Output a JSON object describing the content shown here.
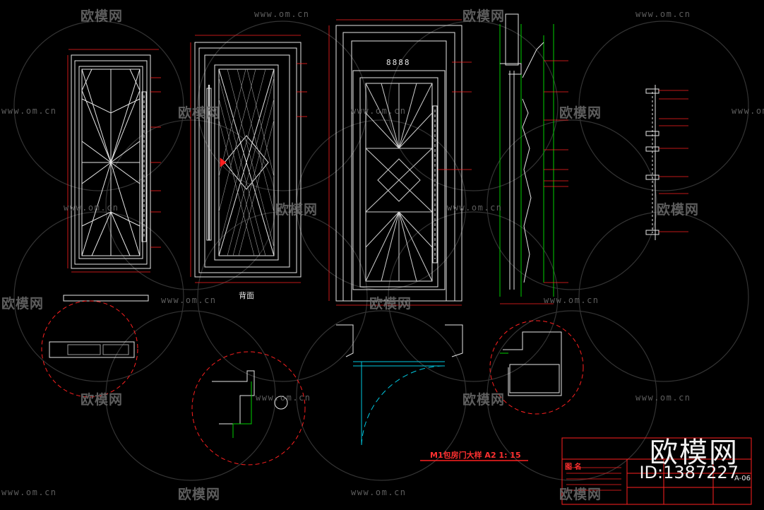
{
  "watermark": {
    "brand": "欧模网",
    "url": "www.om.cn",
    "brand_large": "欧模网",
    "id_text": "ID:1387227"
  },
  "drawing": {
    "title": "M1包房门大样  A2 1: 15",
    "back_view_label": "背面",
    "door_number": "8888",
    "sheet_code": "A-06",
    "titleblock_label": "图 名"
  },
  "colors": {
    "background": "#000000",
    "linework": "#e6e6e6",
    "annotation": "#ff2020",
    "section": "#00d000",
    "glass": "#00c8e0"
  }
}
